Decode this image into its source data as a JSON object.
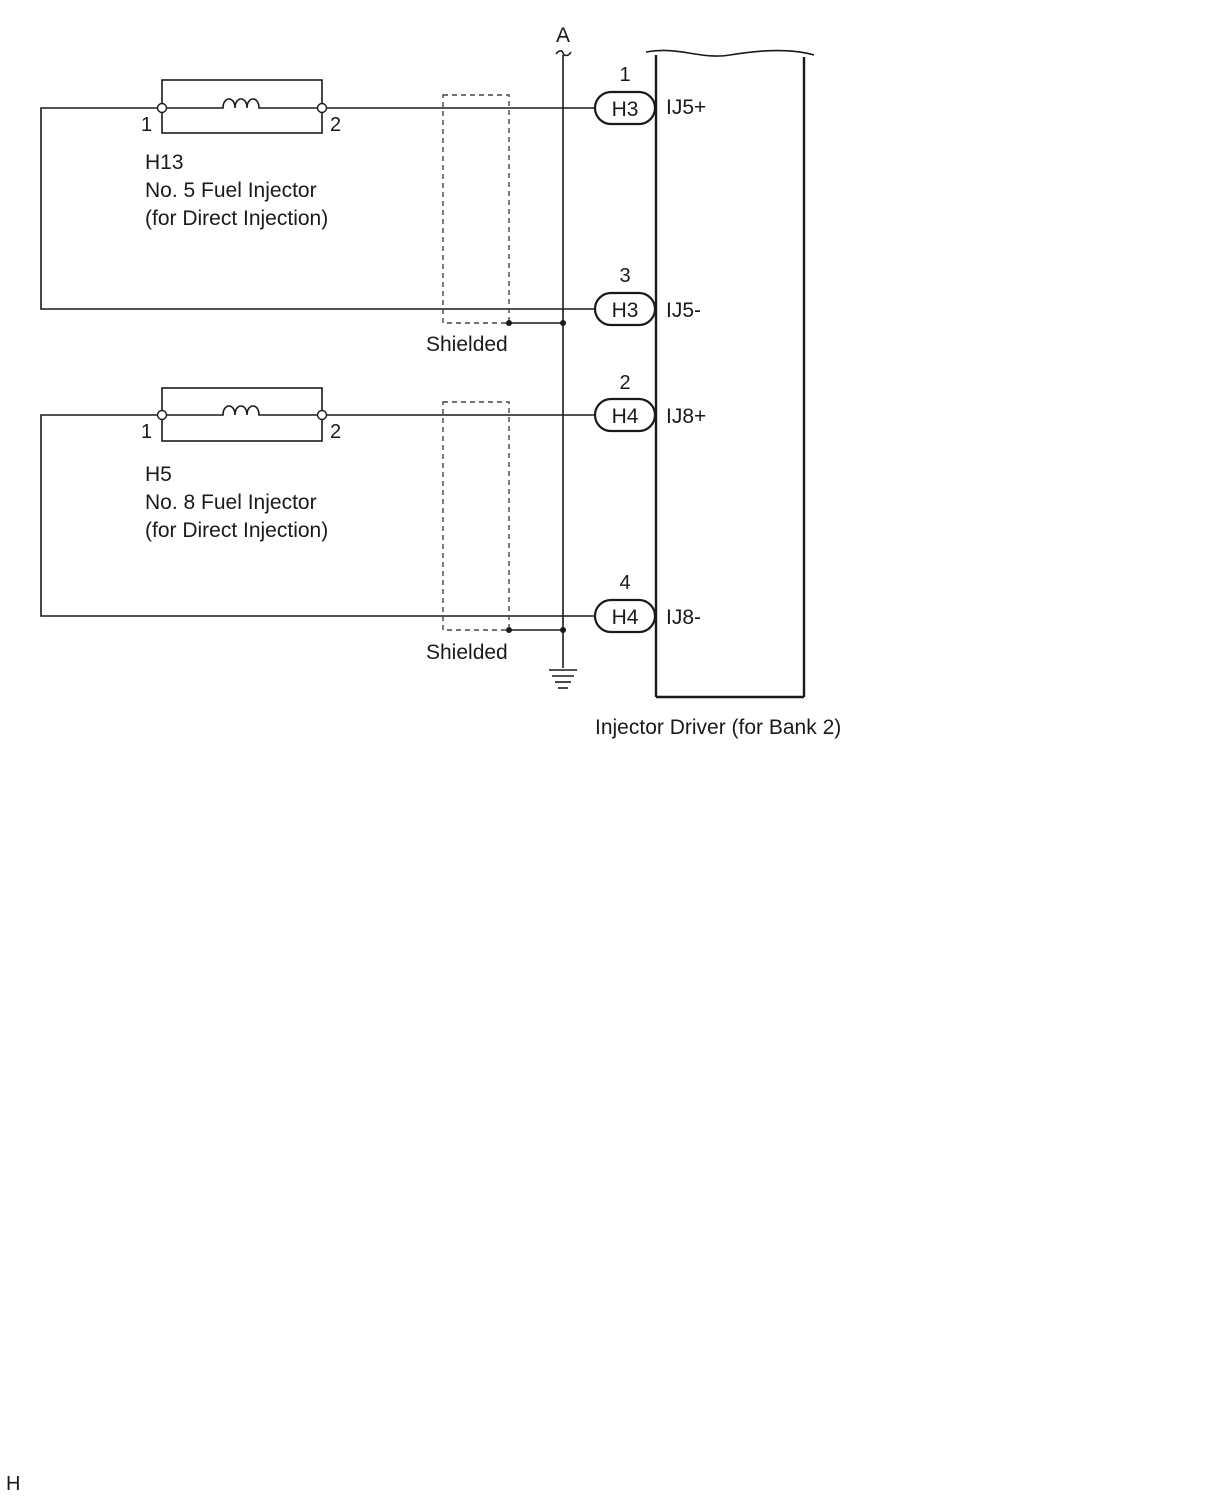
{
  "bus_label": "A",
  "footer_code": "H",
  "driver": {
    "name": "Injector Driver (for Bank 2)"
  },
  "shield_label": "Shielded",
  "injectors": [
    {
      "code": "H13",
      "name": "No. 5 Fuel Injector",
      "note": "(for Direct Injection)",
      "pin_left": "1",
      "pin_right": "2"
    },
    {
      "code": "H5",
      "name": "No. 8 Fuel Injector",
      "note": "(for Direct Injection)",
      "pin_left": "1",
      "pin_right": "2"
    }
  ],
  "terminals": [
    {
      "connector": "H3",
      "pin": "1",
      "signal": "IJ5+"
    },
    {
      "connector": "H3",
      "pin": "3",
      "signal": "IJ5-"
    },
    {
      "connector": "H4",
      "pin": "2",
      "signal": "IJ8+"
    },
    {
      "connector": "H4",
      "pin": "4",
      "signal": "IJ8-"
    }
  ]
}
